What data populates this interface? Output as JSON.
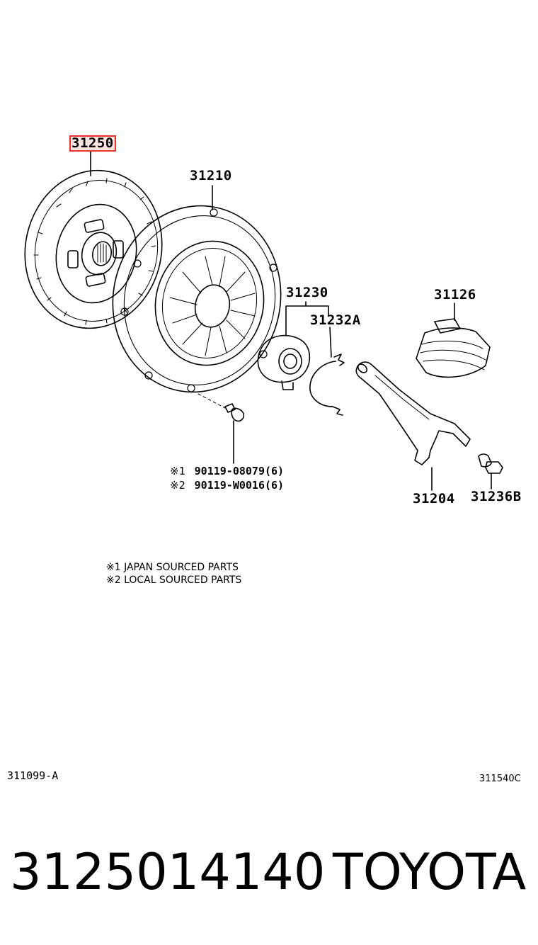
{
  "labels": {
    "disc": "31250",
    "cover": "31210",
    "bearing": "31230",
    "clip": "31232A",
    "boot": "31126",
    "fork": "31204",
    "pivot": "31236B"
  },
  "bolts": [
    {
      "mark": "※1",
      "part": "90119-08079(6)"
    },
    {
      "mark": "※2",
      "part": "90119-W0016(6)"
    }
  ],
  "notes": [
    "※1 JAPAN SOURCED PARTS",
    "※2 LOCAL SOURCED PARTS"
  ],
  "ref_left": "311099-A",
  "ref_right": "311540C",
  "footer": {
    "part_number": "3125014140",
    "brand": "TOYOTA"
  },
  "colors": {
    "highlight_border": "#e8322c",
    "highlight_fill": "#fbe3e1"
  }
}
